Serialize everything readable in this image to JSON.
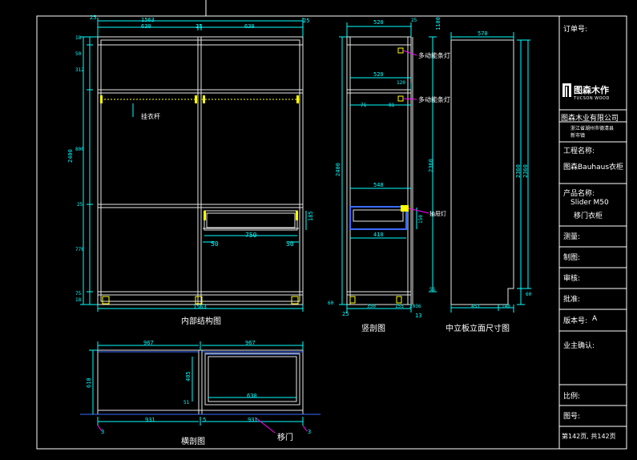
{
  "title_block": {
    "order_no_label": "订单号:",
    "logo_main": "图森木作",
    "logo_sub": "TUCSON WOOD",
    "company": "图森木业有限公司",
    "address_line1": "浙江省湖州市德清县",
    "address_line2": "新市镇",
    "project_name_label": "工程名称:",
    "project_name_value": "图森Bauhaus衣柜",
    "product_name_label": "产品名称:",
    "product_name_value1": "Slider M50",
    "product_name_value2": "移门衣柜",
    "survey_label": "测量:",
    "drawing_label": "制图:",
    "review_label": "审核:",
    "approve_label": "批准:",
    "version_label": "版本号:",
    "version_value": "A",
    "owner_confirm_label": "业主确认:",
    "scale_label": "比例:",
    "drawing_no_label": "图号:",
    "page_info": "第142页, 共142页"
  },
  "views": {
    "internal": {
      "caption": "内部结构图",
      "hanging_rod_label": "挂衣杆",
      "dims": {
        "top_total": "1563",
        "top_left": "25",
        "top_right": "25",
        "top_seg1": "630",
        "top_seg2": "25",
        "top_seg3": "630",
        "bottom_total": "1563",
        "left_total": "2400",
        "left_a": "18",
        "left_b": "50",
        "left_c": "312",
        "left_d": "800",
        "left_e": "25",
        "left_f": "776",
        "left_g": "75",
        "left_h": "18",
        "drawer_w": "750",
        "drawer_left": "50",
        "drawer_right": "50",
        "drawer_h": "185"
      }
    },
    "section": {
      "caption": "竖剖图",
      "light1": "多动能条灯",
      "light2": "多动能条灯",
      "light3": "抽屉灯",
      "dims": {
        "top_w": "520",
        "top_right": "25",
        "top_right2": "1100",
        "mid_w": "520",
        "mid_small": "120",
        "shelf_a": "71",
        "shelf_b": "81",
        "lower_w": "548",
        "drawer_w": "410",
        "left_total": "2400",
        "right_total": "2360",
        "drawer_h": "150",
        "bottom_a": "350",
        "bottom_b": "155",
        "bottom_c": "2036",
        "bottom_d": "13",
        "bottom_left": "25",
        "side_small": "60",
        "side_small2": "55"
      }
    },
    "panel": {
      "caption": "中立板立面尺寸图",
      "dims": {
        "top_w": "570",
        "right_h1": "2360",
        "right_h2": "2360",
        "bottom_a": "451",
        "bottom_b": "140",
        "bottom_c": "60"
      }
    },
    "cross": {
      "caption": "横剖图",
      "door_label": "移门",
      "dims": {
        "top_left": "967",
        "top_right": "967",
        "bottom_left": "931",
        "bottom_mid": "5",
        "bottom_right": "931",
        "left_h": "610",
        "inner_h": "405",
        "inner_small": "51",
        "inner_w": "630",
        "edge_left": "3",
        "edge_right": "3"
      }
    }
  },
  "colors": {
    "background": "#000000",
    "line": "#ffffff",
    "dimension": "#00ffff",
    "furniture": "#e8e8e8",
    "yellow": "#ffff00",
    "magenta": "#ff00ff",
    "blue": "#3c6bff"
  }
}
